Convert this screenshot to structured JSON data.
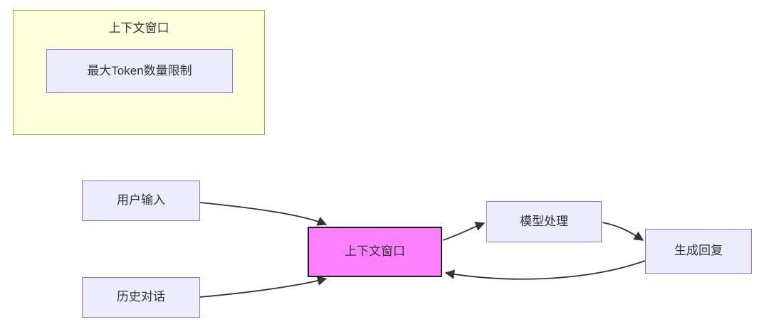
{
  "diagram": {
    "subgraph": {
      "title": "上下文窗口",
      "inner_node": "最大Token数量限制"
    },
    "nodes": {
      "user_input": "用户输入",
      "history_dialogue": "历史对话",
      "context_window": "上下文窗口",
      "model_processing": "模型处理",
      "generate_reply": "生成回复"
    },
    "edges": [
      {
        "from": "用户输入",
        "to": "上下文窗口"
      },
      {
        "from": "历史对话",
        "to": "上下文窗口"
      },
      {
        "from": "上下文窗口",
        "to": "模型处理"
      },
      {
        "from": "模型处理",
        "to": "生成回复"
      },
      {
        "from": "生成回复",
        "to": "上下文窗口"
      }
    ],
    "colors": {
      "subgraph_bg": "#ffffde",
      "subgraph_border": "#aaaa33",
      "node_bg": "#ececff",
      "node_border": "#9370db",
      "context_bg": "#ff80ff",
      "context_border": "#1a1a1a",
      "edge": "#333333"
    }
  }
}
